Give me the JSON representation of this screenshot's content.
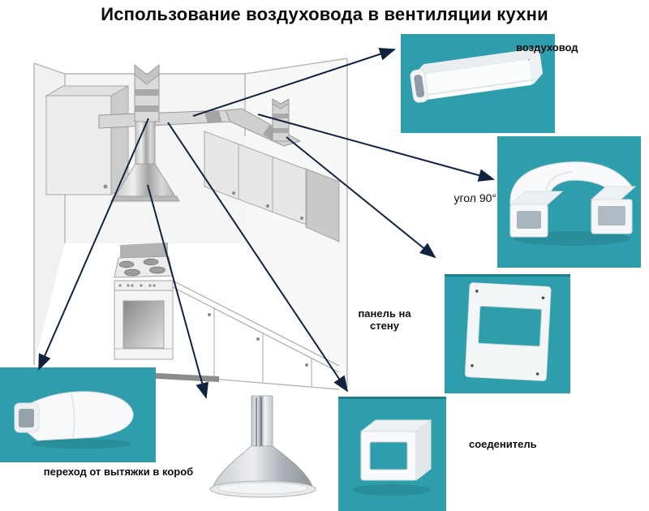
{
  "title": "Использование воздуховода в вентиляции кухни",
  "colors": {
    "box_teal": "#2e9eac",
    "box_teal_dark": "#1e7f8c",
    "arrow": "#12233f"
  },
  "diagram": {
    "scene": "kitchen-perspective-line-drawing",
    "components": {
      "duct": {
        "label": "воздуховод"
      },
      "elbow": {
        "label": "угол 90°"
      },
      "wall_panel": {
        "label": "панель на стену"
      },
      "connector": {
        "label": "соеденитель"
      },
      "transition": {
        "label": "переход от вытяжки в короб"
      },
      "hood": {
        "label": ""
      }
    }
  }
}
